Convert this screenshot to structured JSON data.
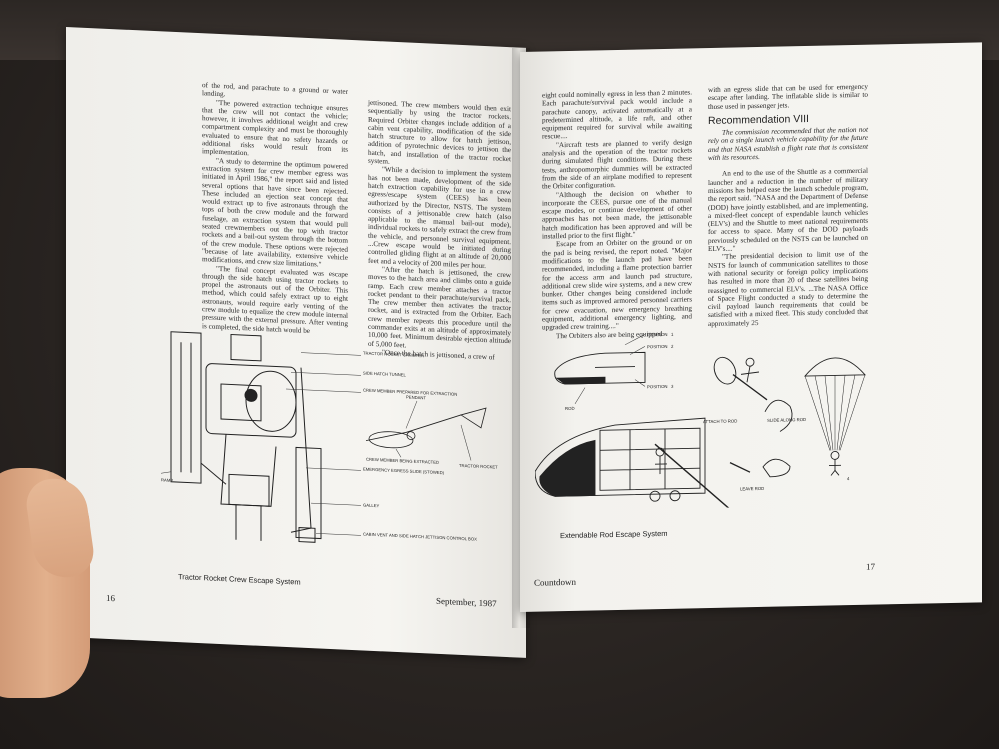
{
  "left_page": {
    "col1": [
      "of the rod, and parachute to a ground or water landing.",
      "\"The powered extraction technique ensures that the crew will not contact the vehicle; however, it involves additional weight and crew compartment complexity and must be thoroughly evaluated to ensure that no safety hazards or additional risks would result from its implementation.",
      "\"A study to determine the optimum powered extraction system for crew member egress was initiated in April 1986,\" the report said and listed several options that have since been rejected. These included an ejection seat concept that would extract up to five astronauts through the tops of both the crew module and the forward fuselage, an extraction system that would pull seated crewmembers out the top with tractor rockets and a bail-out system through the bottom of the crew module. These options were rejected \"because of late availability, extensive vehicle modifications, and crew size limitations.\"",
      "\"The final concept evaluated was escape through the side hatch using tractor rockets to propel the astronauts out of the Orbiter. This method, which could safely extract up to eight astronauts, would require early venting of the crew module to equalize the crew module internal pressure with the external pressure. After venting is completed, the side hatch would be"
    ],
    "col2": [
      "jettisoned. The crew members would then exit sequentially by using the tractor rockets. Required Orbiter changes include addition of a cabin vent capability, modification of the side hatch structure to allow for hatch jettison, addition of pyrotechnic devices to jettison the hatch, and installation of the tractor rocket system.",
      "\"While a decision to implement the system has not been made, development of the side hatch extraction capability for use in a crew egress/escape system (CEES) has been authorized by the Director, NSTS. The system consists of a jettisonable crew hatch (also applicable to the manual bail-out mode), individual rockets to safely extract the crew from the vehicle, and personnel survival equipment. ...Crew escape would be initiated during controlled gliding flight at an altitude of 20,000 feet and a velocity of 200 miles per hour.",
      "\"After the hatch is jettisoned, the crew moves to the hatch area and climbs onto a guide ramp. Each crew member attaches a tractor rocket pendant to their parachute/survival pack. The crew member then activates the tractor rocket, and is extracted from the Orbiter. Each crew member repeats this procedure until the commander exits at an altitude of approximately 10,000 feet. Minimum desirable ejection altitude of 5,000 feet.",
      "\"Once the hatch is jettisoned, a crew of"
    ],
    "figure_labels": {
      "canister": "TRACTOR ROCKET CANISTER",
      "tunnel": "SIDE HATCH TUNNEL",
      "prepared": "CREW MEMBER PREPARED FOR EXTRACTION",
      "pendant": "PENDANT",
      "extracted": "CREW MEMBER BEING EXTRACTED",
      "tractor": "TRACTOR ROCKET",
      "ramp": "RAMP",
      "slide": "EMERGENCY EGRESS SLIDE (STOWED)",
      "galley": "GALLEY",
      "vent": "CABIN VENT AND SIDE HATCH JETTISON CONTROL BOX"
    },
    "caption": "Tractor Rocket Crew Escape System",
    "page_number": "16",
    "footer_date": "September, 1987"
  },
  "right_page": {
    "col1": [
      "eight could nominally egress in less than 2 minutes. Each parachute/survival pack would include a parachute canopy, activated automatically at a predetermined altitude, a life raft, and other equipment required for survival while awaiting rescue....",
      "\"Aircraft tests are planned to verify design analysis and the operation of the tractor rockets during simulated flight conditions. During these tests, anthropomorphic dummies will be extracted from the side of an airplane modified to represent the Orbiter configuration.",
      "\"Although the decision on whether to incorporate the CEES, pursue one of the manual escape modes, or continue development of other approaches has not been made, the jettisonable hatch modification has been approved and will be installed prior to the first flight.\"",
      "Escape from an Orbiter on the ground or on the pad is being revised, the report noted. \"Major modifications to the launch pad have been recommended, including a flame protection barrier for the access arm and launch pad structure, additional crew slide wire systems, and a new crew bunker. Other changes being considered include items such as improved armored personnel carriers for crew evacuation, new emergency breathing equipment, additional emergency lighting, and upgraded crew training....\"",
      "The Orbiters also are being equipped"
    ],
    "col2_top": "with an egress slide that can be used for emergency escape after landing. The inflatable slide is similar to those used in passenger jets.",
    "heading": "Recommendation VIII",
    "recommendation": "The commission recommended that the nation not rely on a single launch vehicle capability for the future and that NASA establish a flight rate that is consistent with its resources.",
    "col2": [
      "An end to the use of the Shuttle as a commercial launcher and a reduction in the number of military missions has helped ease the launch schedule program, the report said. \"NASA and the Department of Defense (DOD) have jointly established, and are implementing, a mixed-fleet concept of expendable launch vehicles (ELV's) and the Shuttle to meet national requirements for access to space. Many of the DOD payloads previously scheduled on the NSTS can be launched on ELV's....\"",
      "\"The presidential decision to limit use of the NSTS for launch of communication satellites to those with national security or foreign policy implications has resulted in more than 20 of these satellites being reassigned to commercial ELV's. ...The NASA Office of Space Flight conducted a study to determine the civil payload launch requirements that could be satisfied with a mixed fleet. This study concluded that approximately 25"
    ],
    "figure_labels": {
      "pos1": "POSITION",
      "pos2": "POSITION",
      "pos3": "POSITION",
      "rod": "ROD",
      "attach": "ATTACH TO ROD",
      "slide": "SLIDE ALONG ROD",
      "leave": "LEAVE ROD",
      "n1": "1",
      "n2": "2",
      "n3": "3",
      "n4": "4"
    },
    "caption": "Extendable Rod Escape System",
    "footer_title": "Countdown",
    "page_number": "17"
  }
}
